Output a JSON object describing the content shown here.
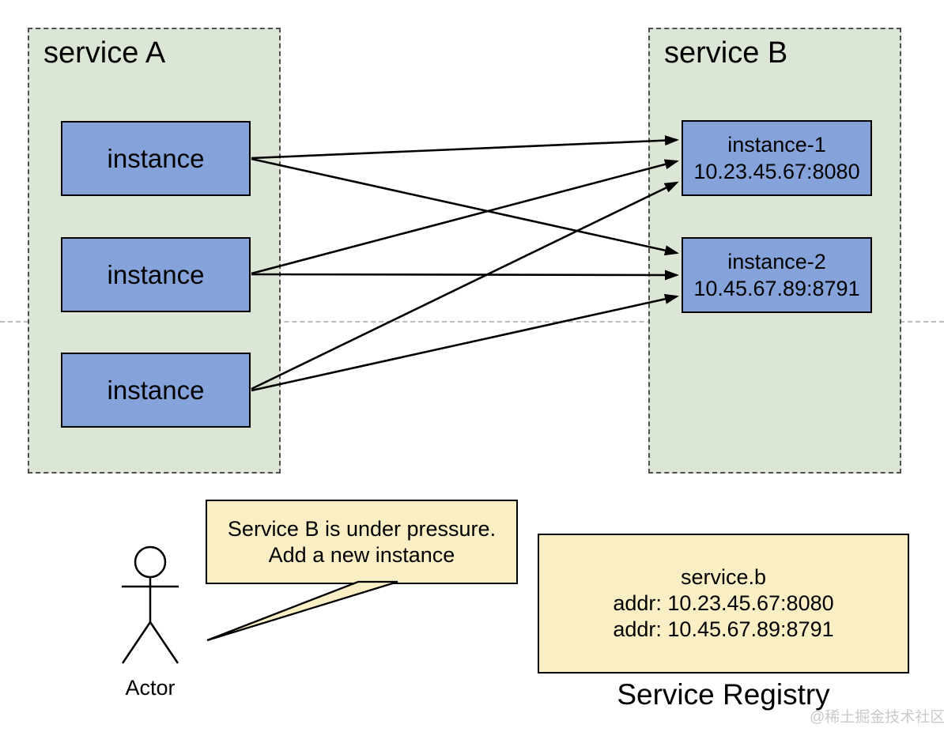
{
  "service_a": {
    "title": "service A",
    "instances": [
      {
        "label": "instance"
      },
      {
        "label": "instance"
      },
      {
        "label": "instance"
      }
    ]
  },
  "service_b": {
    "title": "service B",
    "instances": [
      {
        "name": "instance-1",
        "address": "10.23.45.67:8080"
      },
      {
        "name": "instance-2",
        "address": "10.45.67.89:8791"
      }
    ]
  },
  "connections": [
    {
      "from": "service-a-instance-1",
      "to": "service-b-instance-1"
    },
    {
      "from": "service-a-instance-1",
      "to": "service-b-instance-2"
    },
    {
      "from": "service-a-instance-2",
      "to": "service-b-instance-1"
    },
    {
      "from": "service-a-instance-2",
      "to": "service-b-instance-2"
    },
    {
      "from": "service-a-instance-3",
      "to": "service-b-instance-1"
    },
    {
      "from": "service-a-instance-3",
      "to": "service-b-instance-2"
    }
  ],
  "actor": {
    "label": "Actor",
    "speech": {
      "line1": "Service B is under pressure.",
      "line2": "Add a new instance"
    }
  },
  "registry": {
    "title": "service.b",
    "entries": [
      "addr: 10.23.45.67:8080",
      "addr: 10.45.67.89:8791"
    ],
    "label": "Service Registry"
  },
  "watermark": "@稀土掘金技术社区",
  "colors": {
    "container_fill": "#dbe6d6",
    "container_border": "#4f4f4f",
    "instance_fill": "#85a3da",
    "note_fill": "#faeec5",
    "arrow": "#000000",
    "divider_line": "#bcbcbc",
    "watermark": "#c9c9c9"
  }
}
